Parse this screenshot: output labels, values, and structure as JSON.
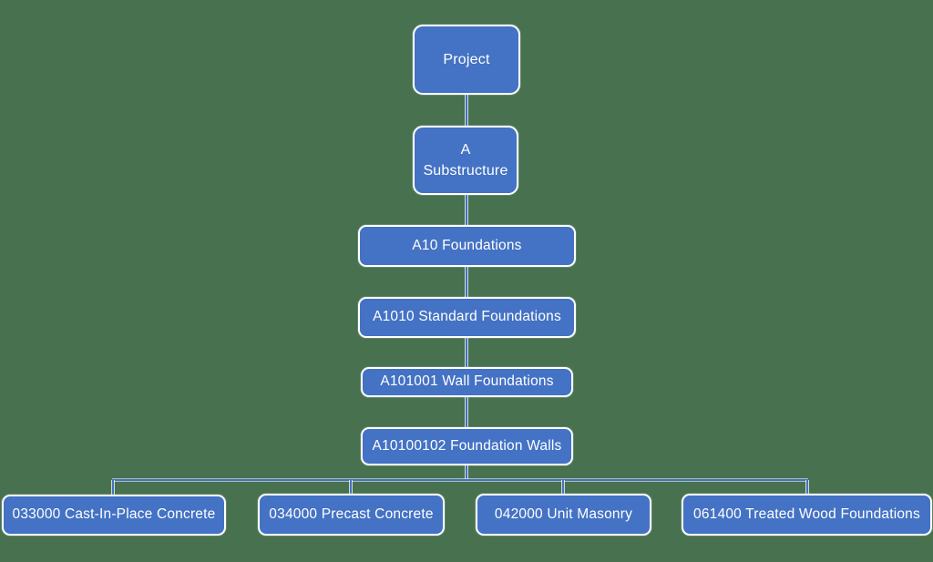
{
  "diagram": {
    "type": "hierarchy-tree",
    "description": "Project classification breakdown from Project level down to trade sections",
    "colors": {
      "background": "#47714F",
      "node_fill": "#4472C4",
      "node_border": "#FFFFFF",
      "node_text": "#FFFFFF",
      "connector": "#4472C4",
      "connector_casing": "#FFFFFF"
    }
  },
  "nodes": [
    {
      "id": "project",
      "label": "Project",
      "level": 0
    },
    {
      "id": "a",
      "label": "A\nSubstructure",
      "level": 1
    },
    {
      "id": "a10",
      "label": "A10 Foundations",
      "level": 2
    },
    {
      "id": "a1010",
      "label": "A1010 Standard Foundations",
      "level": 3
    },
    {
      "id": "a101001",
      "label": "A101001 Wall Foundations",
      "level": 4
    },
    {
      "id": "a10100102",
      "label": "A10100102 Foundation Walls",
      "level": 5
    },
    {
      "id": "033000",
      "label": "033000 Cast-In-Place Concrete",
      "level": 6
    },
    {
      "id": "034000",
      "label": "034000 Precast Concrete",
      "level": 6
    },
    {
      "id": "042000",
      "label": "042000 Unit Masonry",
      "level": 6
    },
    {
      "id": "061400",
      "label": "061400 Treated Wood Foundations",
      "level": 6
    }
  ],
  "edges": [
    {
      "from": "project",
      "to": "a"
    },
    {
      "from": "a",
      "to": "a10"
    },
    {
      "from": "a10",
      "to": "a1010"
    },
    {
      "from": "a1010",
      "to": "a101001"
    },
    {
      "from": "a101001",
      "to": "a10100102"
    },
    {
      "from": "a10100102",
      "to": "033000"
    },
    {
      "from": "a10100102",
      "to": "034000"
    },
    {
      "from": "a10100102",
      "to": "042000"
    },
    {
      "from": "a10100102",
      "to": "061400"
    }
  ]
}
